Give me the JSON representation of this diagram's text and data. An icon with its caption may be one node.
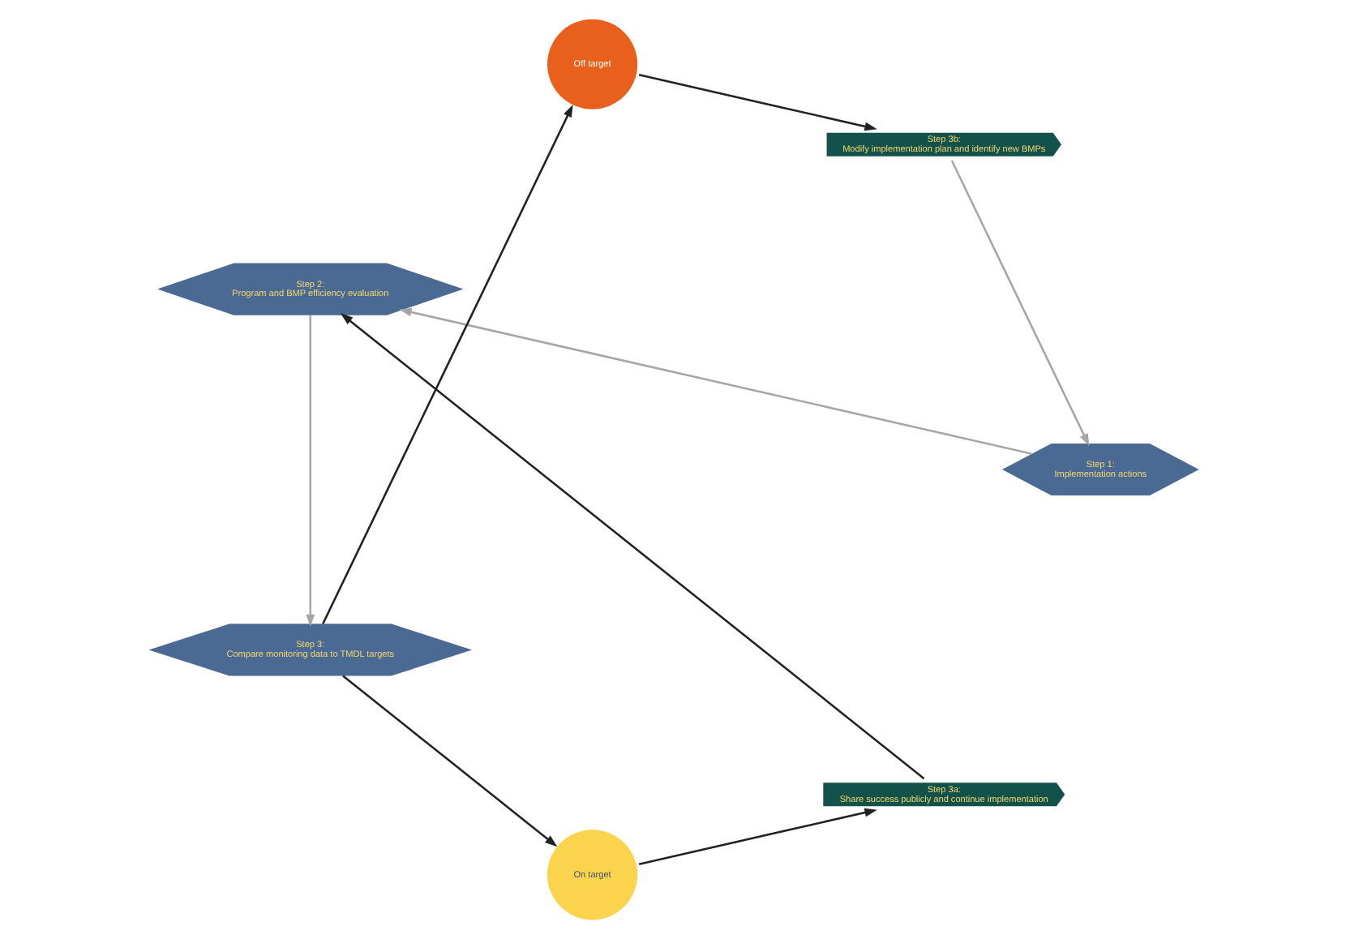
{
  "diagram": {
    "nodes": [
      {
        "text": [
          "Step 1:",
          "Implementation actions"
        ]
      },
      {
        "text": [
          "Step 2:",
          "Program and BMP efficiency evaluation"
        ]
      },
      {
        "text": [
          "Step 3:",
          "Compare monitoring data to TMDL targets"
        ]
      },
      {
        "text": [
          "On target"
        ]
      },
      {
        "text": [
          "Step 3a:",
          "Share success publicly and continue implementation"
        ]
      },
      {
        "text": [
          "Off target"
        ]
      },
      {
        "text": [
          "Step 3b:",
          "Modify implementation plan and identify new BMPs"
        ]
      }
    ],
    "edges": [
      {
        "from": 0,
        "to": 1,
        "arrow": "to",
        "color": "#a6a6a6"
      },
      {
        "from": 1,
        "to": 2,
        "arrow": "to",
        "color": "#a6a6a6"
      },
      {
        "from": 2,
        "to": 3,
        "arrow": "to"
      },
      {
        "from": 3,
        "to": 4,
        "arrow": "to"
      },
      {
        "from": 4,
        "to": 1,
        "arrow": "to"
      },
      {
        "from": 2,
        "to": 5,
        "arrow": "to"
      },
      {
        "from": 5,
        "to": 6,
        "arrow": "to"
      },
      {
        "from": 6,
        "to": 0,
        "arrow": "to",
        "color": "#a6a6a6"
      }
    ]
  }
}
